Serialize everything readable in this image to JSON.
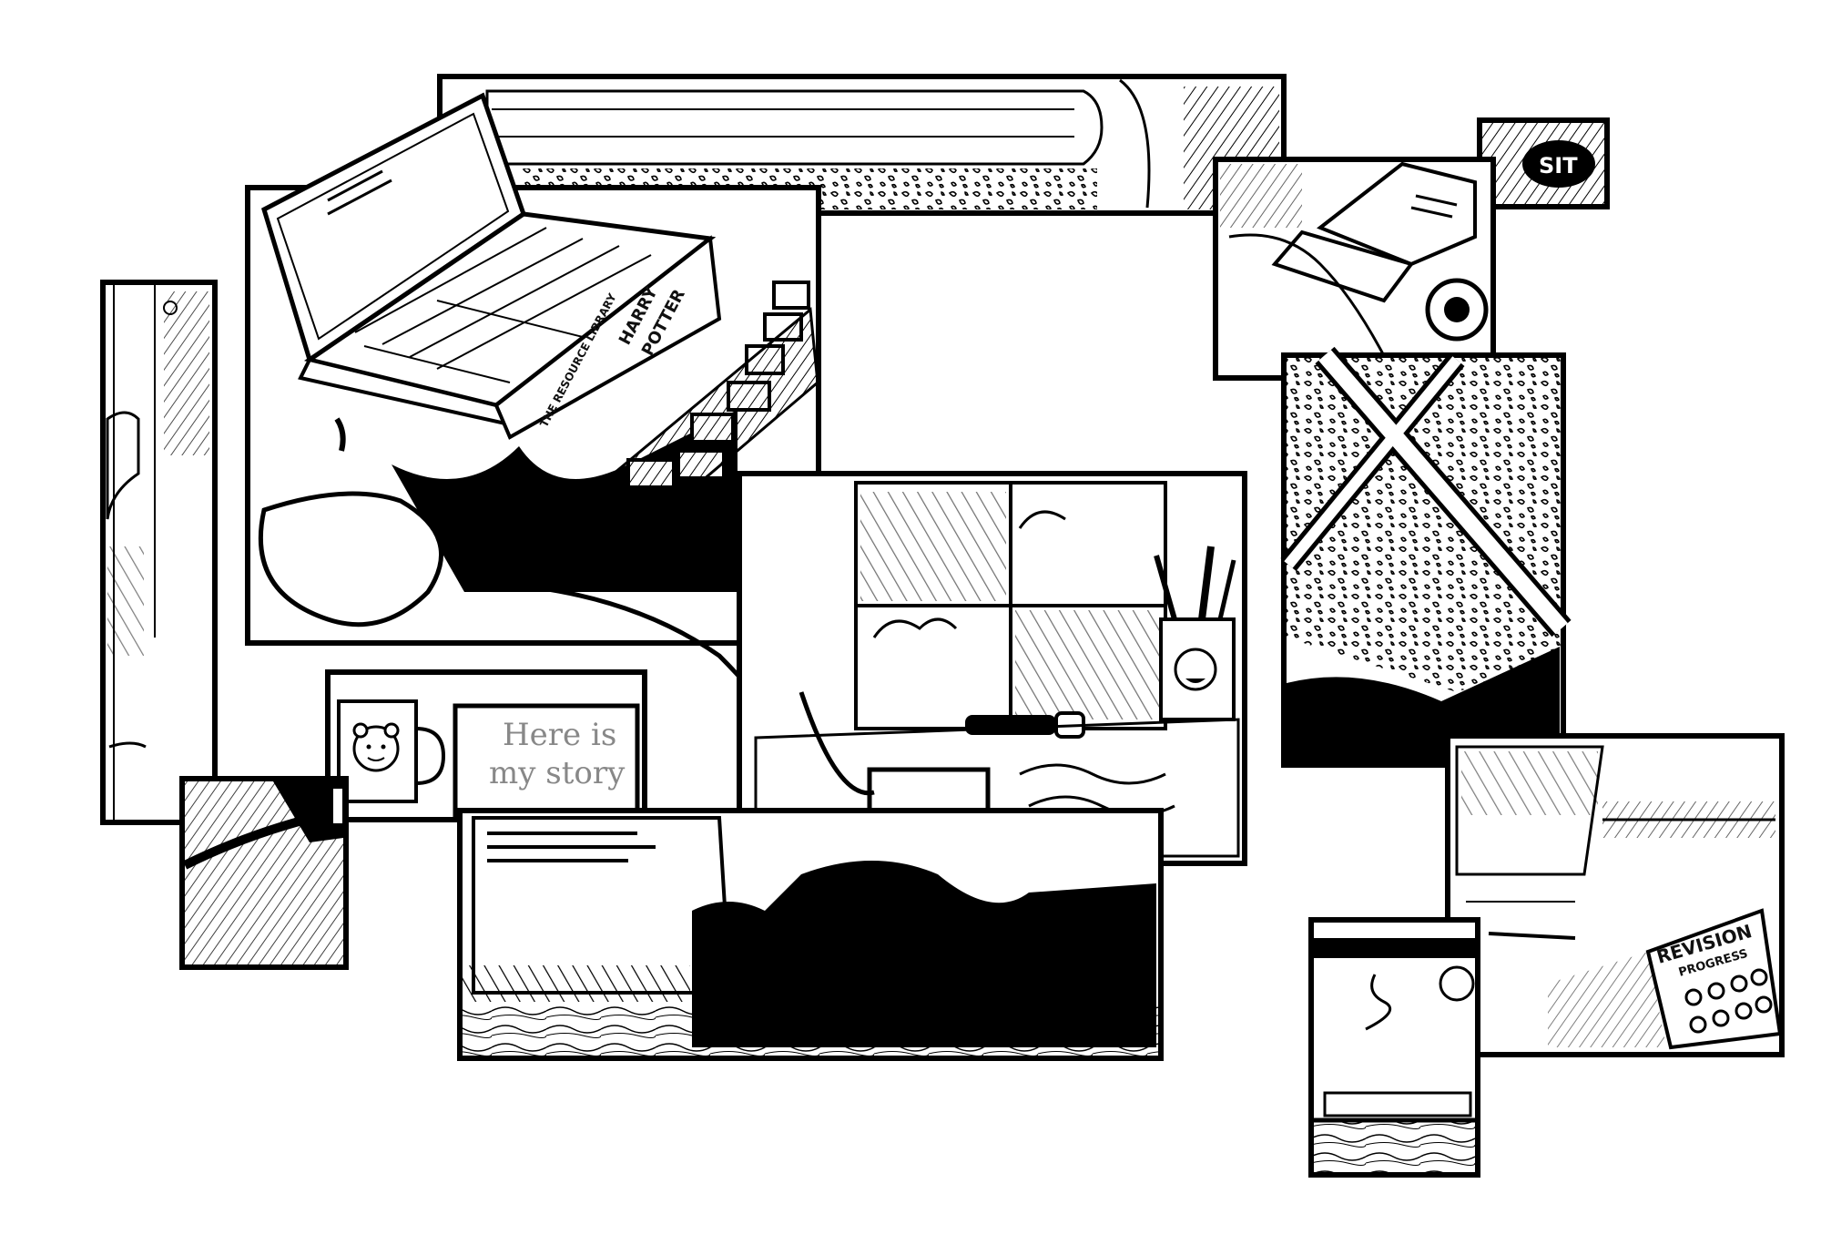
{
  "image": {
    "kind": "ink comic collage of a writing desk",
    "ink_color": "#000000",
    "paper_color": "#ffffff",
    "screen_text_color": "#888888"
  },
  "story_screen": {
    "line1": "Here is",
    "line2": "my story"
  },
  "book_spine": {
    "title_top": "HARRY",
    "title_bottom": "POTTER",
    "subtitle": "THE RESOURCE LIBRARY"
  },
  "revision_card": {
    "title": "REVISION",
    "subtitle": "PROGRESS"
  },
  "sticker": {
    "text": "SIT"
  },
  "icons": {
    "mug": "bear-mug-icon",
    "cup": "bear-cup-icon",
    "lamp": "desk-lamp-icon"
  }
}
